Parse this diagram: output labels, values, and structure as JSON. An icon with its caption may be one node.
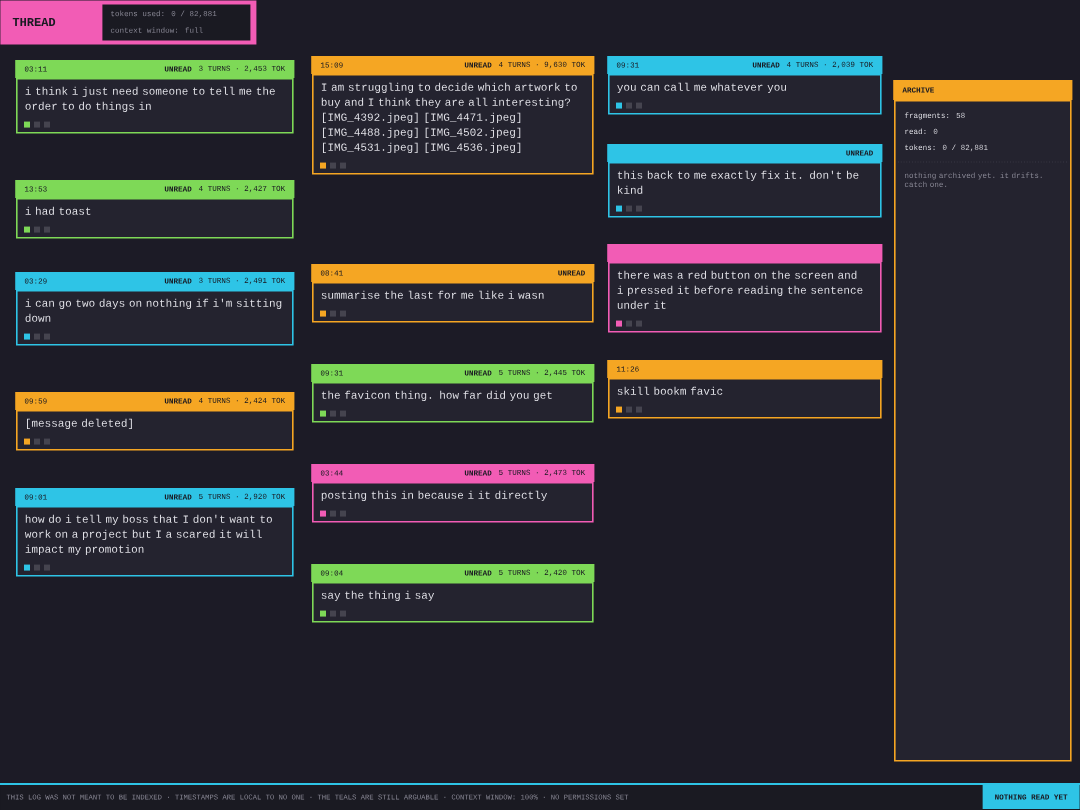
{
  "diagram": {
    "nodes": [
      {
        "text": [
          "THREAD",
          "tokens used: 0 / 82,881",
          "context window: full"
        ]
      },
      {
        "text": [
          "03:11",
          "UNREAD",
          "3 TURNS · 2,453 TOK",
          "i think i just need someone to tell me the order to do things in"
        ]
      },
      {
        "text": [
          "09:31",
          "UNREAD",
          "4 TURNS · 2,039 TOK",
          "you can call me whatever you"
        ]
      },
      {
        "text": [
          "15:09",
          "UNREAD",
          "4 TURNS · 9,630 TOK",
          "I am struggling to decide which artwork to buy and I think they are all interesting? [IMG_4392.jpeg] [IMG_4471.jpeg] [IMG_4488.jpeg] [IMG_4502.jpeg] [IMG_4531.jpeg] [IMG_4536.jpeg]"
        ]
      },
      {
        "text": [
          "13:53",
          "UNREAD",
          "4 TURNS · 2,427 TOK",
          "i had toast"
        ]
      },
      {
        "text": [
          "08:41",
          "UNREAD",
          "summarise the last for me like i wasn"
        ]
      },
      {
        "text": [
          "03:29",
          "UNREAD",
          "3 TURNS · 2,491 TOK",
          "i can go two days on nothing if i'm sitting down"
        ]
      },
      {
        "text": [
          "UNREAD",
          "this back to me exactly fix it. don't be kind"
        ]
      },
      {
        "text": [
          "09:31",
          "UNREAD",
          "5 TURNS · 2,445 TOK",
          "the favicon thing. how far did you get"
        ]
      },
      {
        "text": [
          "03:44",
          "UNREAD",
          "5 TURNS · 2,473 TOK",
          "posting this in because i it directly"
        ]
      },
      {
        "text": [
          "09:04",
          "UNREAD",
          "5 TURNS · 2,420 TOK",
          "say the thing i say"
        ]
      },
      {
        "text": [
          "there was a red button on the screen and i pressed it before reading the sentence under it"
        ]
      },
      {
        "text": [
          "09:59",
          "UNREAD",
          "4 TURNS · 2,424 TOK",
          "[message deleted]"
        ]
      },
      {
        "text": [
          "09:01",
          "UNREAD",
          "5 TURNS · 2,920 TOK",
          "how do i tell my boss that I don't want to work on a project but I a scared it will impact my promotion"
        ]
      },
      {
        "text": [
          "11:26",
          "skill bookm favic"
        ]
      },
      {
        "text": [
          "ARCHIVE",
          "fragments: 58",
          "read: 0",
          "tokens: 0 / 82,881",
          "nothing archived yet. it drifts. catch one."
        ]
      }
    ],
    "labels": [
      "THIS LOG WAS NOT MEANT TO BE INDEXED · TIMESTAMPS ARE LOCAL TO NO ONE · THE TEALS ARE STILL ARGUABLE · CONTEXT WINDOW: 100% · NO PERMISSIONS SET",
      "NOTHING READ YET"
    ]
  }
}
